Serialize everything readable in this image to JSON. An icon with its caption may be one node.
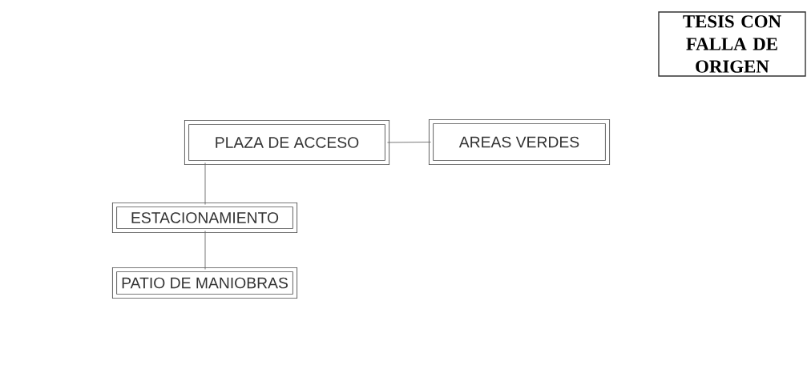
{
  "diagram": {
    "nodes": [
      {
        "text": [
          "PLAZA DE ACCESO"
        ]
      },
      {
        "text": [
          "AREAS VERDES"
        ]
      },
      {
        "text": [
          "ESTACIONAMIENTO"
        ]
      },
      {
        "text": [
          "PATIO DE MANIOBRAS"
        ]
      },
      {
        "text": [
          "TESIS CON FALLA DE ORIGEN"
        ]
      }
    ],
    "edges": [
      {
        "from": 0,
        "to": 1,
        "arrow": "none"
      },
      {
        "from": 0,
        "to": 2,
        "arrow": "none"
      },
      {
        "from": 2,
        "to": 3,
        "arrow": "none"
      }
    ]
  }
}
